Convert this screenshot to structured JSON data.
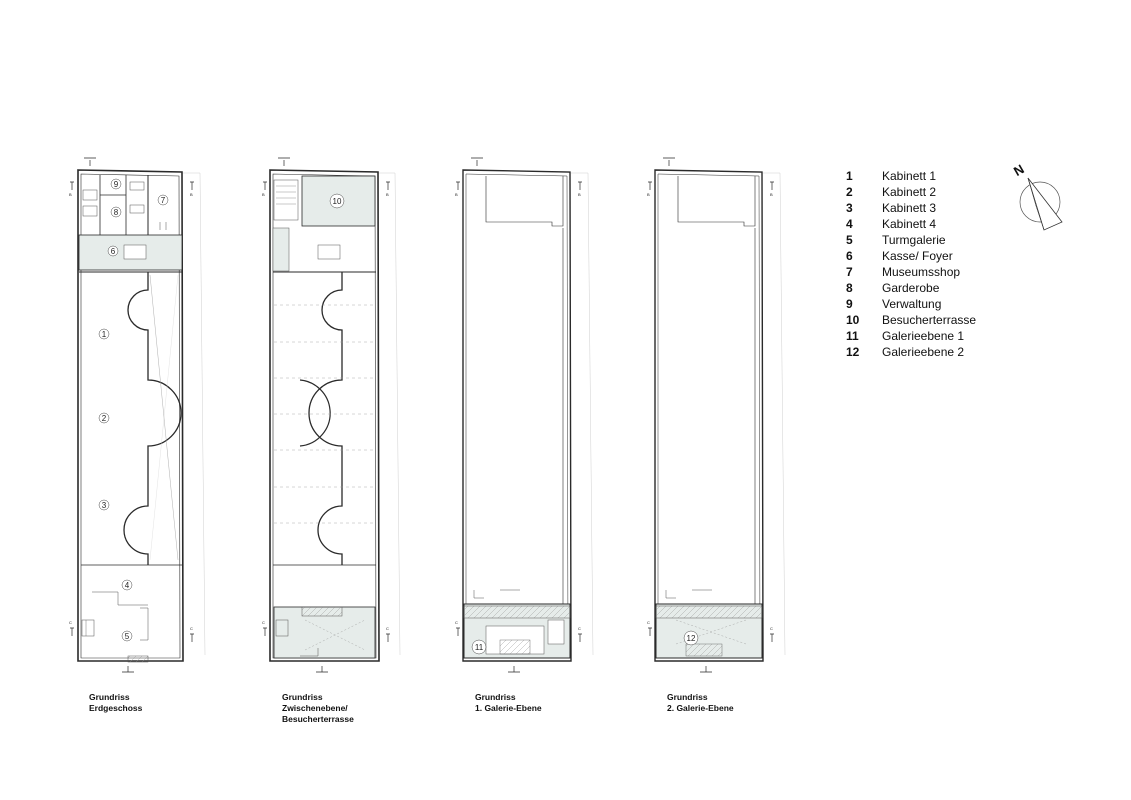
{
  "plans": [
    {
      "caption": [
        "Grundriss",
        "Erdgeschoss"
      ],
      "labels": [
        "1",
        "2",
        "3",
        "4",
        "5",
        "6",
        "7",
        "8",
        "9"
      ]
    },
    {
      "caption": [
        "Grundriss",
        "Zwischenebene/",
        "Besucherterrasse"
      ],
      "labels": [
        "10"
      ]
    },
    {
      "caption": [
        "Grundriss",
        "1. Galerie-Ebene"
      ],
      "labels": [
        "11"
      ]
    },
    {
      "caption": [
        "Grundriss",
        "2. Galerie-Ebene"
      ],
      "labels": [
        "12"
      ]
    }
  ],
  "section_marks": {
    "b": "B",
    "c": "C"
  },
  "legend": [
    {
      "num": "1",
      "label": "Kabinett 1"
    },
    {
      "num": "2",
      "label": "Kabinett 2"
    },
    {
      "num": "3",
      "label": "Kabinett 3"
    },
    {
      "num": "4",
      "label": "Kabinett 4"
    },
    {
      "num": "5",
      "label": "Turmgalerie"
    },
    {
      "num": "6",
      "label": "Kasse/ Foyer"
    },
    {
      "num": "7",
      "label": "Museumsshop"
    },
    {
      "num": "8",
      "label": "Garderobe"
    },
    {
      "num": "9",
      "label": "Verwaltung"
    },
    {
      "num": "10",
      "label": "Besucherterrasse"
    },
    {
      "num": "11",
      "label": "Galerieebene 1"
    },
    {
      "num": "12",
      "label": "Galerieebene 2"
    }
  ],
  "north_label": "N",
  "colors": {
    "line": "#2a2a2a",
    "light_line": "#9a9a9a",
    "fill": "#e6ecea",
    "text": "#111111"
  }
}
